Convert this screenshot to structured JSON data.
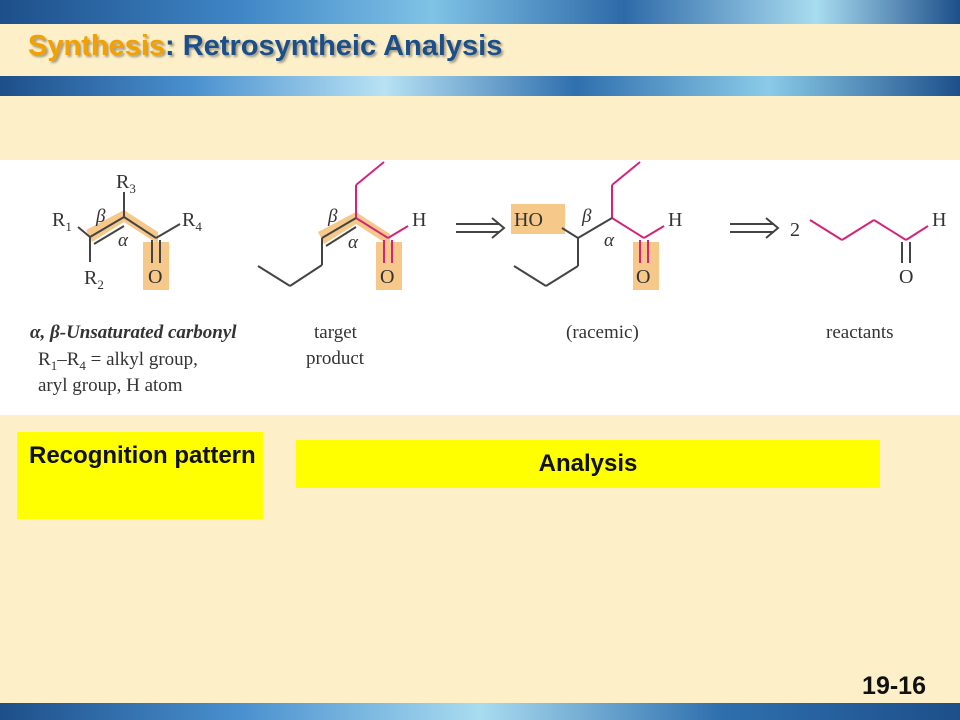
{
  "title": {
    "part1": "Synthesis",
    "part2": ": Retrosyntheic Analysis"
  },
  "figure": {
    "r1": "R",
    "r1_sub": "1",
    "r2": "R",
    "r2_sub": "2",
    "r3": "R",
    "r3_sub": "3",
    "r4": "R",
    "r4_sub": "4",
    "beta": "β",
    "alpha": "α",
    "o": "O",
    "h": "H",
    "ho": "HO",
    "two": "2",
    "caption1_line1": "α, β-Unsaturated carbonyl",
    "caption1_line2_pre": "R",
    "caption1_line2_sub1": "1",
    "caption1_line2_mid": "–R",
    "caption1_line2_sub2": "4",
    "caption1_line2_post": " = alkyl group,",
    "caption1_line3": "aryl group, H atom",
    "caption2_line1": "target",
    "caption2_line2": "product",
    "caption3": "(racemic)",
    "caption4": "reactants"
  },
  "labels": {
    "recognition": "Recognition pattern",
    "analysis": "Analysis"
  },
  "slide_number": "19-16",
  "colors": {
    "highlight": "#f6c98a",
    "bond_pink": "#d4247a",
    "label_yellow": "#ffff00",
    "title_orange": "#f2a100",
    "title_blue": "#1a4f8c"
  }
}
